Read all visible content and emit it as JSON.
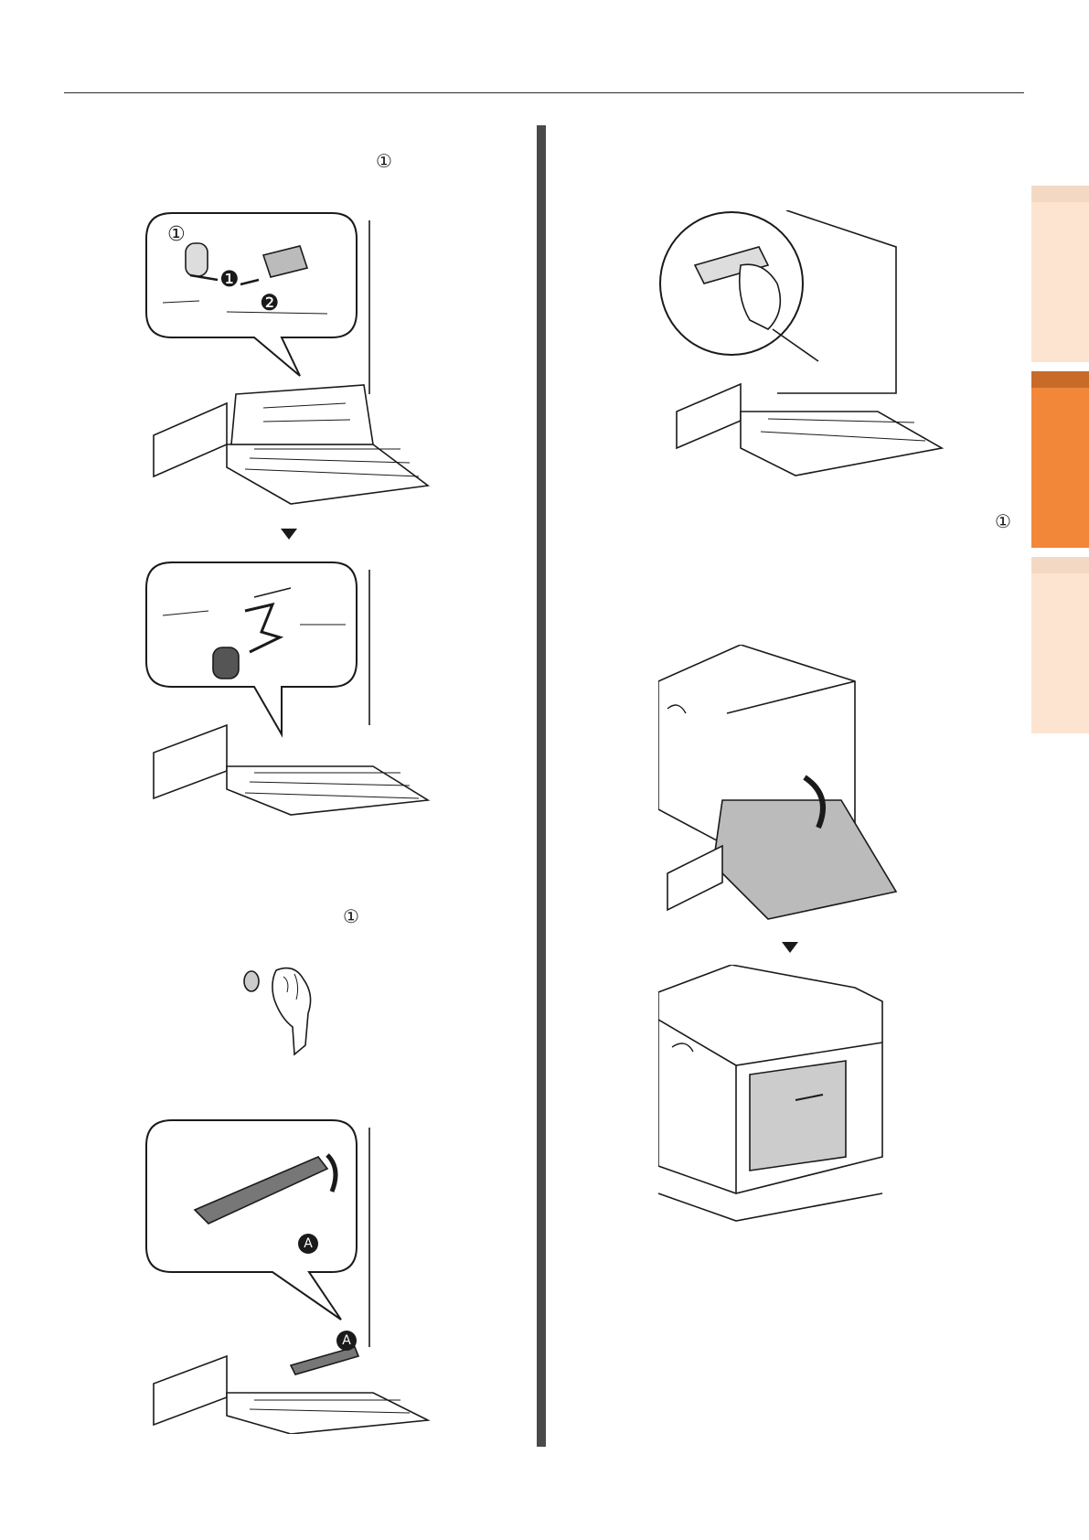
{
  "markers": {
    "ref_top_left": "①",
    "ref_mid_left": "①",
    "ref_right": "①",
    "callout_1": "❶",
    "callout_2": "❷",
    "label_a": "A"
  },
  "side_tabs": [
    {
      "state": "inactive",
      "cap_color": "#f3d9c4",
      "body_color": "#fde4d0"
    },
    {
      "state": "active",
      "cap_color": "#c86a28",
      "body_color": "#f2873a"
    },
    {
      "state": "inactive",
      "cap_color": "#f3d9c4",
      "body_color": "#fde4d0"
    }
  ],
  "colors": {
    "divider": "#4a4a4a",
    "rule": "#2b2b2b",
    "accent": "#f2873a"
  }
}
